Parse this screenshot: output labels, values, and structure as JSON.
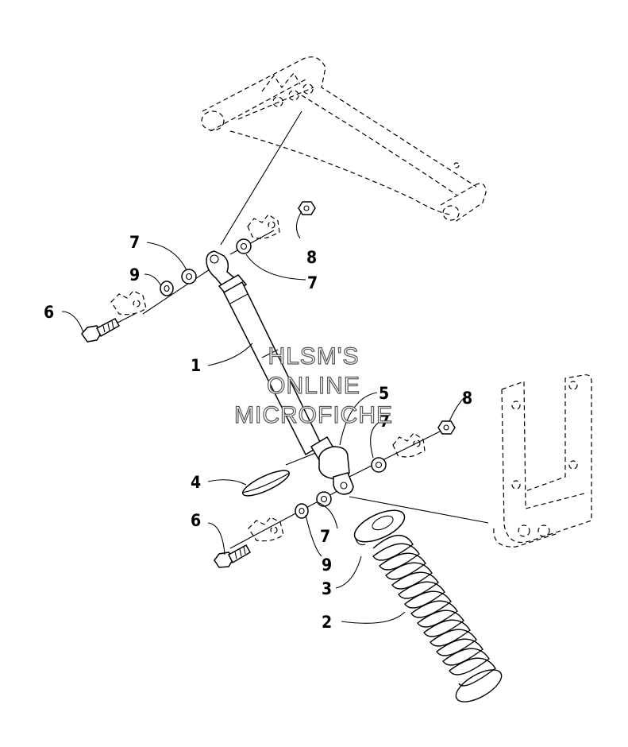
{
  "watermark": {
    "line1": "HLSM'S",
    "line2": "ONLINE",
    "line3": "MICROFICHE"
  },
  "callouts": {
    "c1": "1",
    "c2": "2",
    "c3": "3",
    "c4": "4",
    "c5": "5",
    "c6_upper": "6",
    "c6_lower": "6",
    "c7_upper_left": "7",
    "c7_upper_right": "7",
    "c7_lower_right": "7",
    "c7_lower": "7",
    "c8_upper": "8",
    "c8_lower": "8",
    "c9_upper": "9",
    "c9_lower": "9"
  }
}
